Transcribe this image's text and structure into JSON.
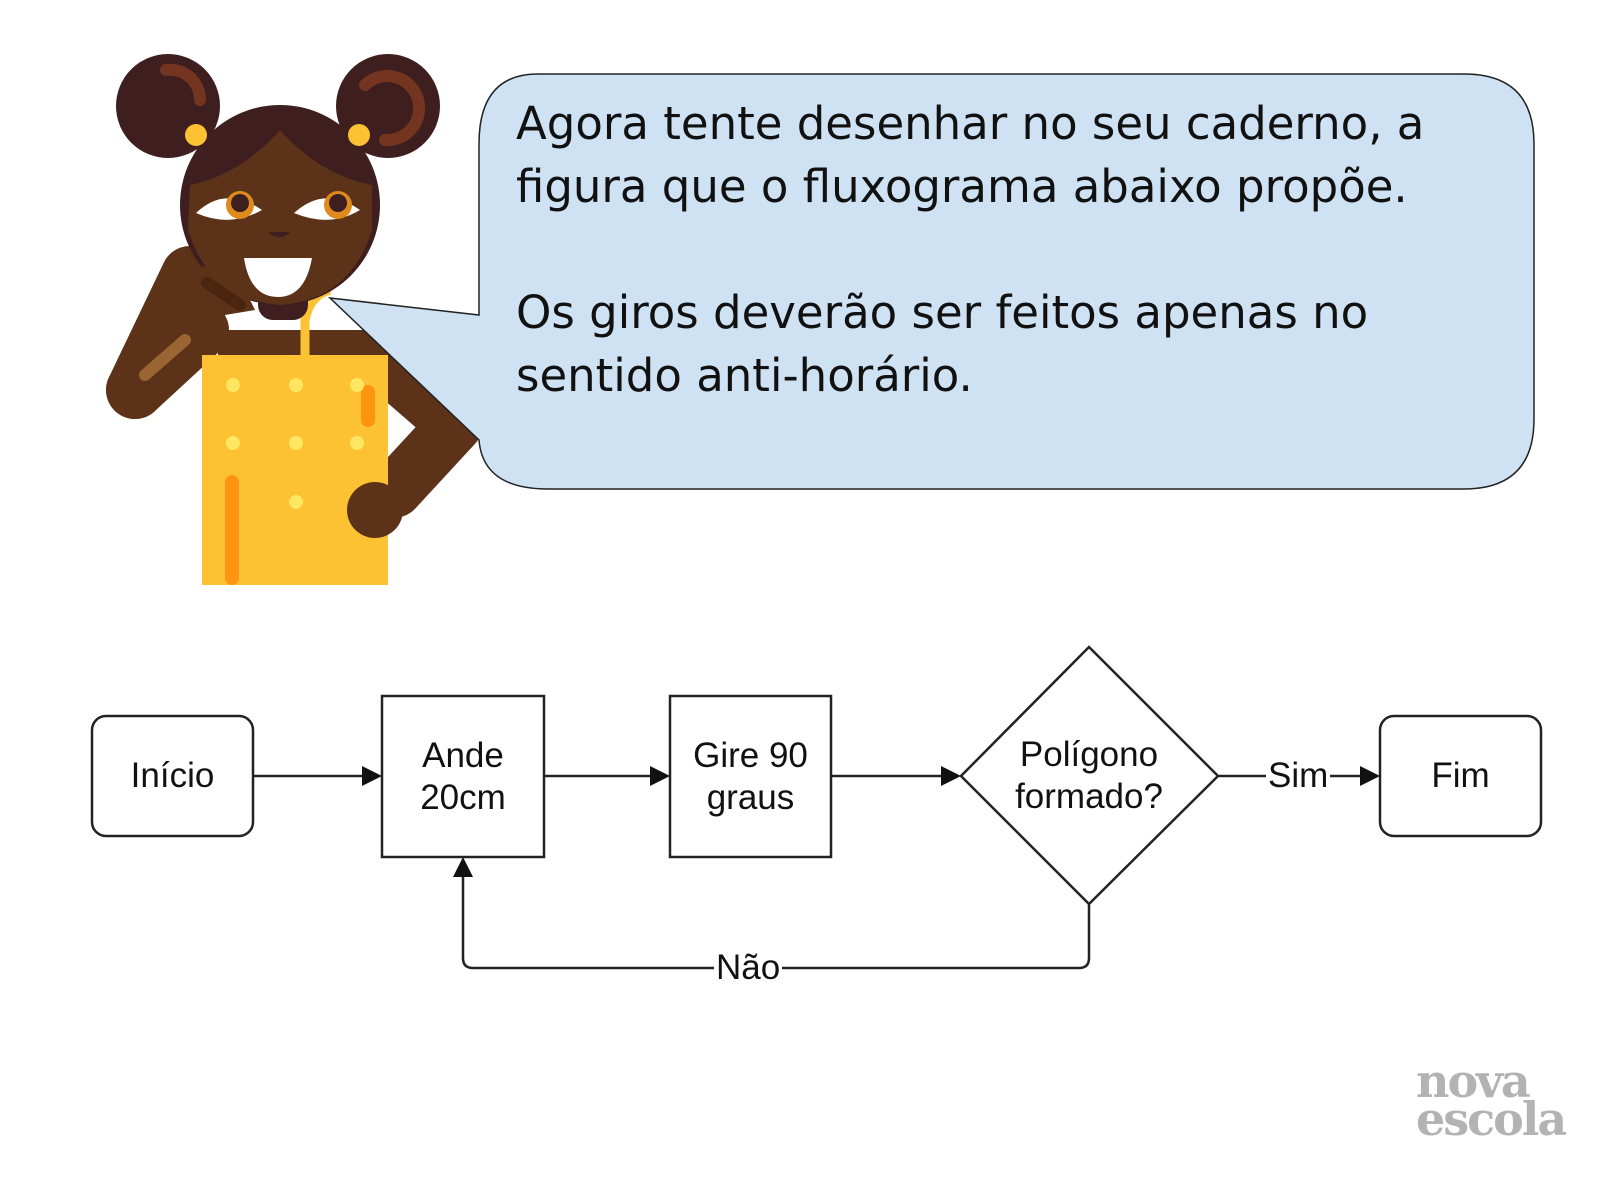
{
  "speech_bubble": {
    "paragraph_1": "Agora tente desenhar no seu caderno, a figura que o fluxograma abaixo propõe.",
    "paragraph_2": "Os giros deverão ser feitos apenas no sentido anti-horário."
  },
  "flowchart": {
    "start": "Início",
    "step_1": "Ande 20cm",
    "step_2": "Gire 90 graus",
    "decision": "Polígono formado?",
    "end": "Fim",
    "yes_label": "Sim",
    "no_label": "Não"
  },
  "logo": {
    "line_1": "nova",
    "line_2": "escola"
  },
  "colors": {
    "bubble": "#cfe2f3",
    "dress": "#fdc134",
    "skin": "#5c3319",
    "hair": "#3f1e1f"
  }
}
